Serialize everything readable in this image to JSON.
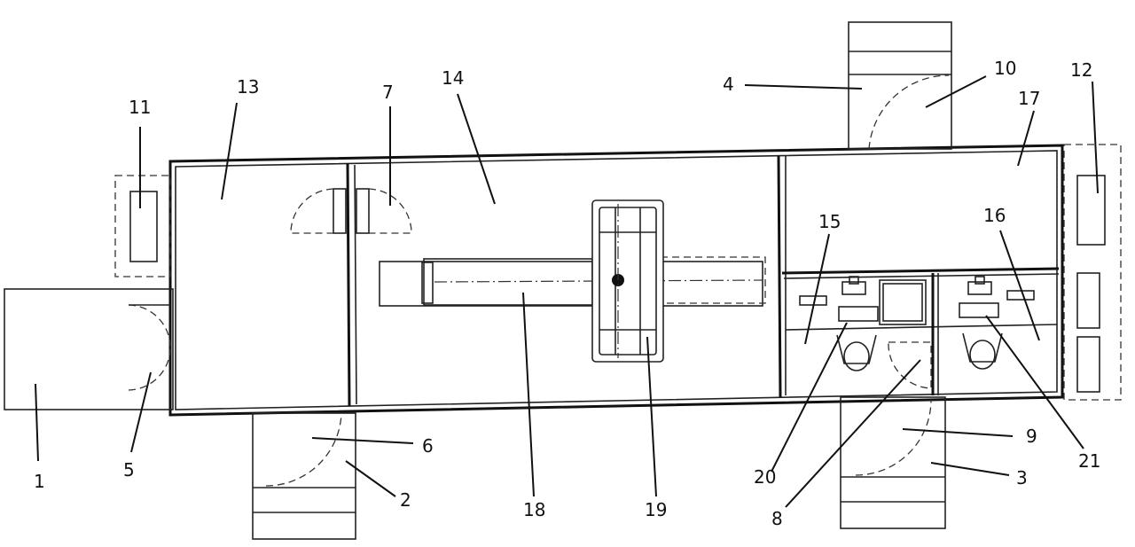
{
  "labels": {
    "n1": "1",
    "n2": "2",
    "n3": "3",
    "n4": "4",
    "n5": "5",
    "n6": "6",
    "n7": "7",
    "n8": "8",
    "n9": "9",
    "n10": "10",
    "n11": "11",
    "n12": "12",
    "n13": "13",
    "n14": "14",
    "n15": "15",
    "n16": "16",
    "n17": "17",
    "n18": "18",
    "n19": "19",
    "n20": "20",
    "n21": "21"
  }
}
